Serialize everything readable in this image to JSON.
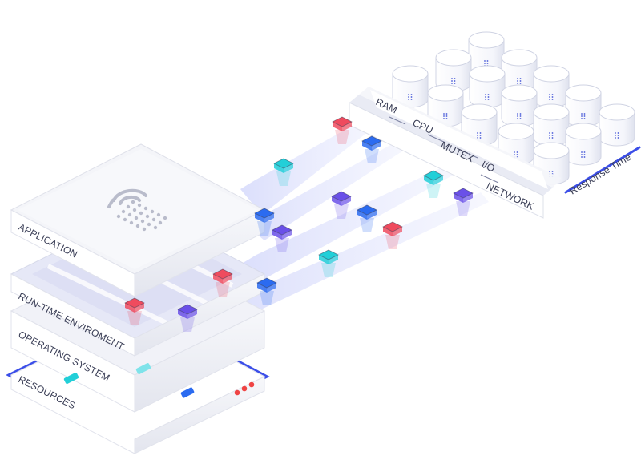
{
  "stack": {
    "layers": [
      {
        "id": "application",
        "label": "APPLICATION"
      },
      {
        "id": "runtime",
        "label": "RUN-TIME ENVIROMENT"
      },
      {
        "id": "os",
        "label": "OPERATING SYSTEM"
      },
      {
        "id": "resources",
        "label": "RESOURCES"
      }
    ],
    "logo_icon": "fingerprint-dots-icon",
    "status_dots_color": "#ef4444"
  },
  "resource_panel": {
    "labels": [
      "RAM",
      "CPU",
      "MUTEX",
      "I/O",
      "NETWORK"
    ]
  },
  "response_axis": {
    "label": "Response Time",
    "color": "#3b4ee8"
  },
  "colors": {
    "red": "#ef4b5e",
    "blue": "#2b6bf0",
    "cyan": "#22cfd8",
    "purple": "#6a50e8",
    "beam": "#dfe2fb",
    "accent": "#3b4ee8"
  }
}
